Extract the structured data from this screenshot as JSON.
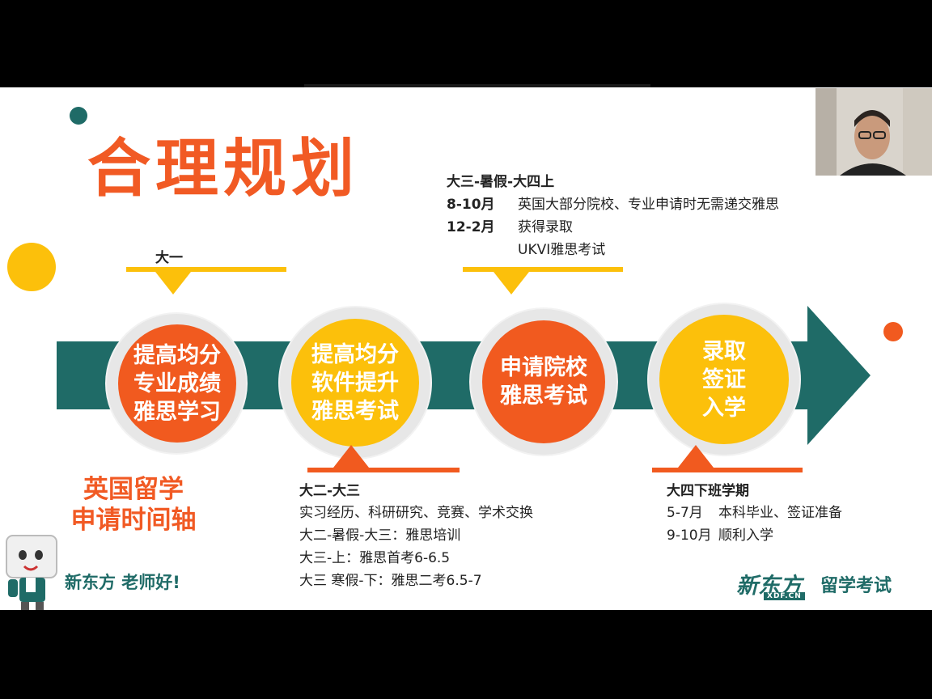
{
  "slide": {
    "title": "合理规划",
    "stages": [
      {
        "lines": [
          "提高均分",
          "专业成绩",
          "雅思学习"
        ]
      },
      {
        "lines": [
          "提高均分",
          "软件提升",
          "雅思考试"
        ]
      },
      {
        "lines": [
          "申请院校",
          "雅思考试"
        ]
      },
      {
        "lines": [
          "录取",
          "签证",
          "入学"
        ]
      }
    ],
    "year1_label": "大一",
    "upper_note": {
      "heading": "大三-暑假-大四上",
      "rows": [
        {
          "key": "8-10月",
          "text": "英国大部分院校、专业申请时无需递交雅思"
        },
        {
          "key": "12-2月",
          "text": "获得录取"
        },
        {
          "key": "",
          "text": "UKVI雅思考试"
        }
      ]
    },
    "mid_note": {
      "heading": "大二-大三",
      "lines": [
        "实习经历、科研研究、竞赛、学术交换",
        "大二-暑假-大三：雅思培训",
        "大三-上：雅思首考6-6.5",
        "大三 寒假-下：雅思二考6.5-7"
      ]
    },
    "final_note": {
      "heading": "大四下班学期",
      "rows": [
        {
          "key": "5-7月",
          "text": "本科毕业、签证准备"
        },
        {
          "key": "9-10月",
          "text": "顺利入学"
        }
      ]
    },
    "caption": [
      "英国留学",
      "申请时间轴"
    ],
    "greeting": "新东方 老师好!",
    "brand_logo": "新东方",
    "brand_domain": "XDF.CN",
    "brand_label": "留学考试"
  },
  "colors": {
    "orange": "#f15a1f",
    "yellow": "#fcc00b",
    "teal": "#1f6b67",
    "title": "#f15a24"
  },
  "icons": [
    "mascot-icon",
    "webcam-feed"
  ]
}
